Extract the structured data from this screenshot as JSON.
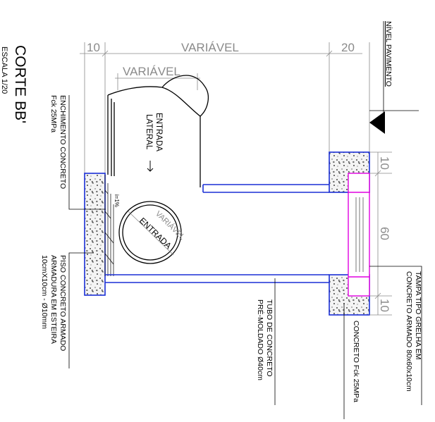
{
  "drawing": {
    "title": "CORTE BB'",
    "scale": "ESCALA 1/20"
  },
  "dimensions": {
    "left_wall": "10",
    "top_variable": "VARIÁVEL",
    "right_wall": "20",
    "lateral_pipe_variable": "VARIÁVEL",
    "grate_top_wall": "10",
    "grate_opening": "60",
    "grate_bottom_wall": "10",
    "entry_pipe_variable": "VARIÁVEL"
  },
  "labels": {
    "nivel_pavimento": "NÍVEL PAVIMENTO",
    "entrada_lateral_line1": "ENTRADA",
    "entrada_lateral_line2": "LATERAL",
    "entrada": "ENTRADA",
    "slope": "i=1%",
    "enchimento_line1": "ENCHIMENTO CONCRETO",
    "enchimento_line2": "Fck 25MPa",
    "piso_line1": "PISO CONCRETO ARMADO",
    "piso_line2": "ARMADURA EM ESTEIRA",
    "piso_line3": "10cmX10cm - Ø10mm",
    "tubo_line1": "TUBO DE CONCRETO",
    "tubo_line2": "PRÉ-MOLDADO Ø40cm",
    "concreto_fck": "CONCRETO Fck 25MPa",
    "tampa_line1": "TAMPA TIPO GRELHA EM",
    "tampa_line2": "CONCRETO ARMADO 80x60x10cm"
  },
  "colors": {
    "wall_outline": "#1a2fd6",
    "grate": "#e000e0",
    "dimension": "#8a8a8a",
    "ink": "#000000",
    "fill": "#f2f2f2"
  }
}
